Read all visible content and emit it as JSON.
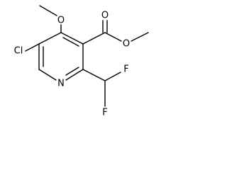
{
  "structure": {
    "atoms": {
      "cl": "Cl",
      "o_methoxy": "O",
      "o_carbonyl": "O",
      "o_ester": "O",
      "n_ring": "N",
      "f_top": "F",
      "f_bottom": "F"
    }
  }
}
